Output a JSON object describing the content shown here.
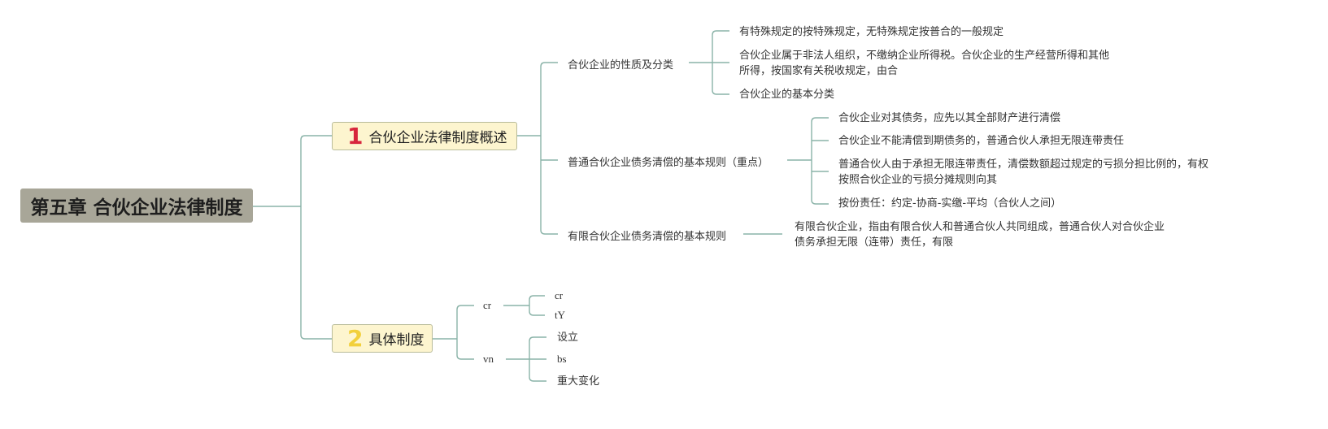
{
  "root": {
    "title": "第五章 合伙企业法律制度"
  },
  "branches": [
    {
      "number": "1",
      "number_color": "#d7263d",
      "label": "合伙企业法律制度概述",
      "children": [
        {
          "label": "合伙企业的性质及分类",
          "children": [
            "有特殊规定的按特殊规定，无特殊规定按普合的一般规定",
            [
              "合伙企业属于非法人组织，不缴纳企业所得税。合伙企业的生产经营所得和其他",
              "所得，按国家有关税收规定，由合"
            ],
            "合伙企业的基本分类"
          ]
        },
        {
          "label": "普通合伙企业债务清偿的基本规则（重点）",
          "children": [
            "合伙企业对其债务，应先以其全部财产进行清偿",
            "合伙企业不能清偿到期债务的，普通合伙人承担无限连带责任",
            [
              "普通合伙人由于承担无限连带责任，清偿数额超过规定的亏损分担比例的，有权",
              "按照合伙企业的亏损分摊规则向其"
            ],
            "按份责任：约定-协商-实缴-平均（合伙人之间）"
          ]
        },
        {
          "label": "有限合伙企业债务清偿的基本规则",
          "children": [
            [
              "有限合伙企业，指由有限合伙人和普通合伙人共同组成，普通合伙人对合伙企业",
              "债务承担无限（连带）责任，有限"
            ]
          ]
        }
      ]
    },
    {
      "number": "2",
      "number_color": "#f2d03b",
      "label": "具体制度",
      "children": [
        {
          "label": "cr",
          "children": [
            "cr",
            "tY"
          ]
        },
        {
          "label": "vn",
          "children": [
            "设立",
            "bs",
            "重大变化"
          ]
        }
      ]
    }
  ],
  "colors": {
    "line": "#8ab3a8",
    "root_bg": "#a8a698",
    "main_bg": "#fdf5cf"
  }
}
